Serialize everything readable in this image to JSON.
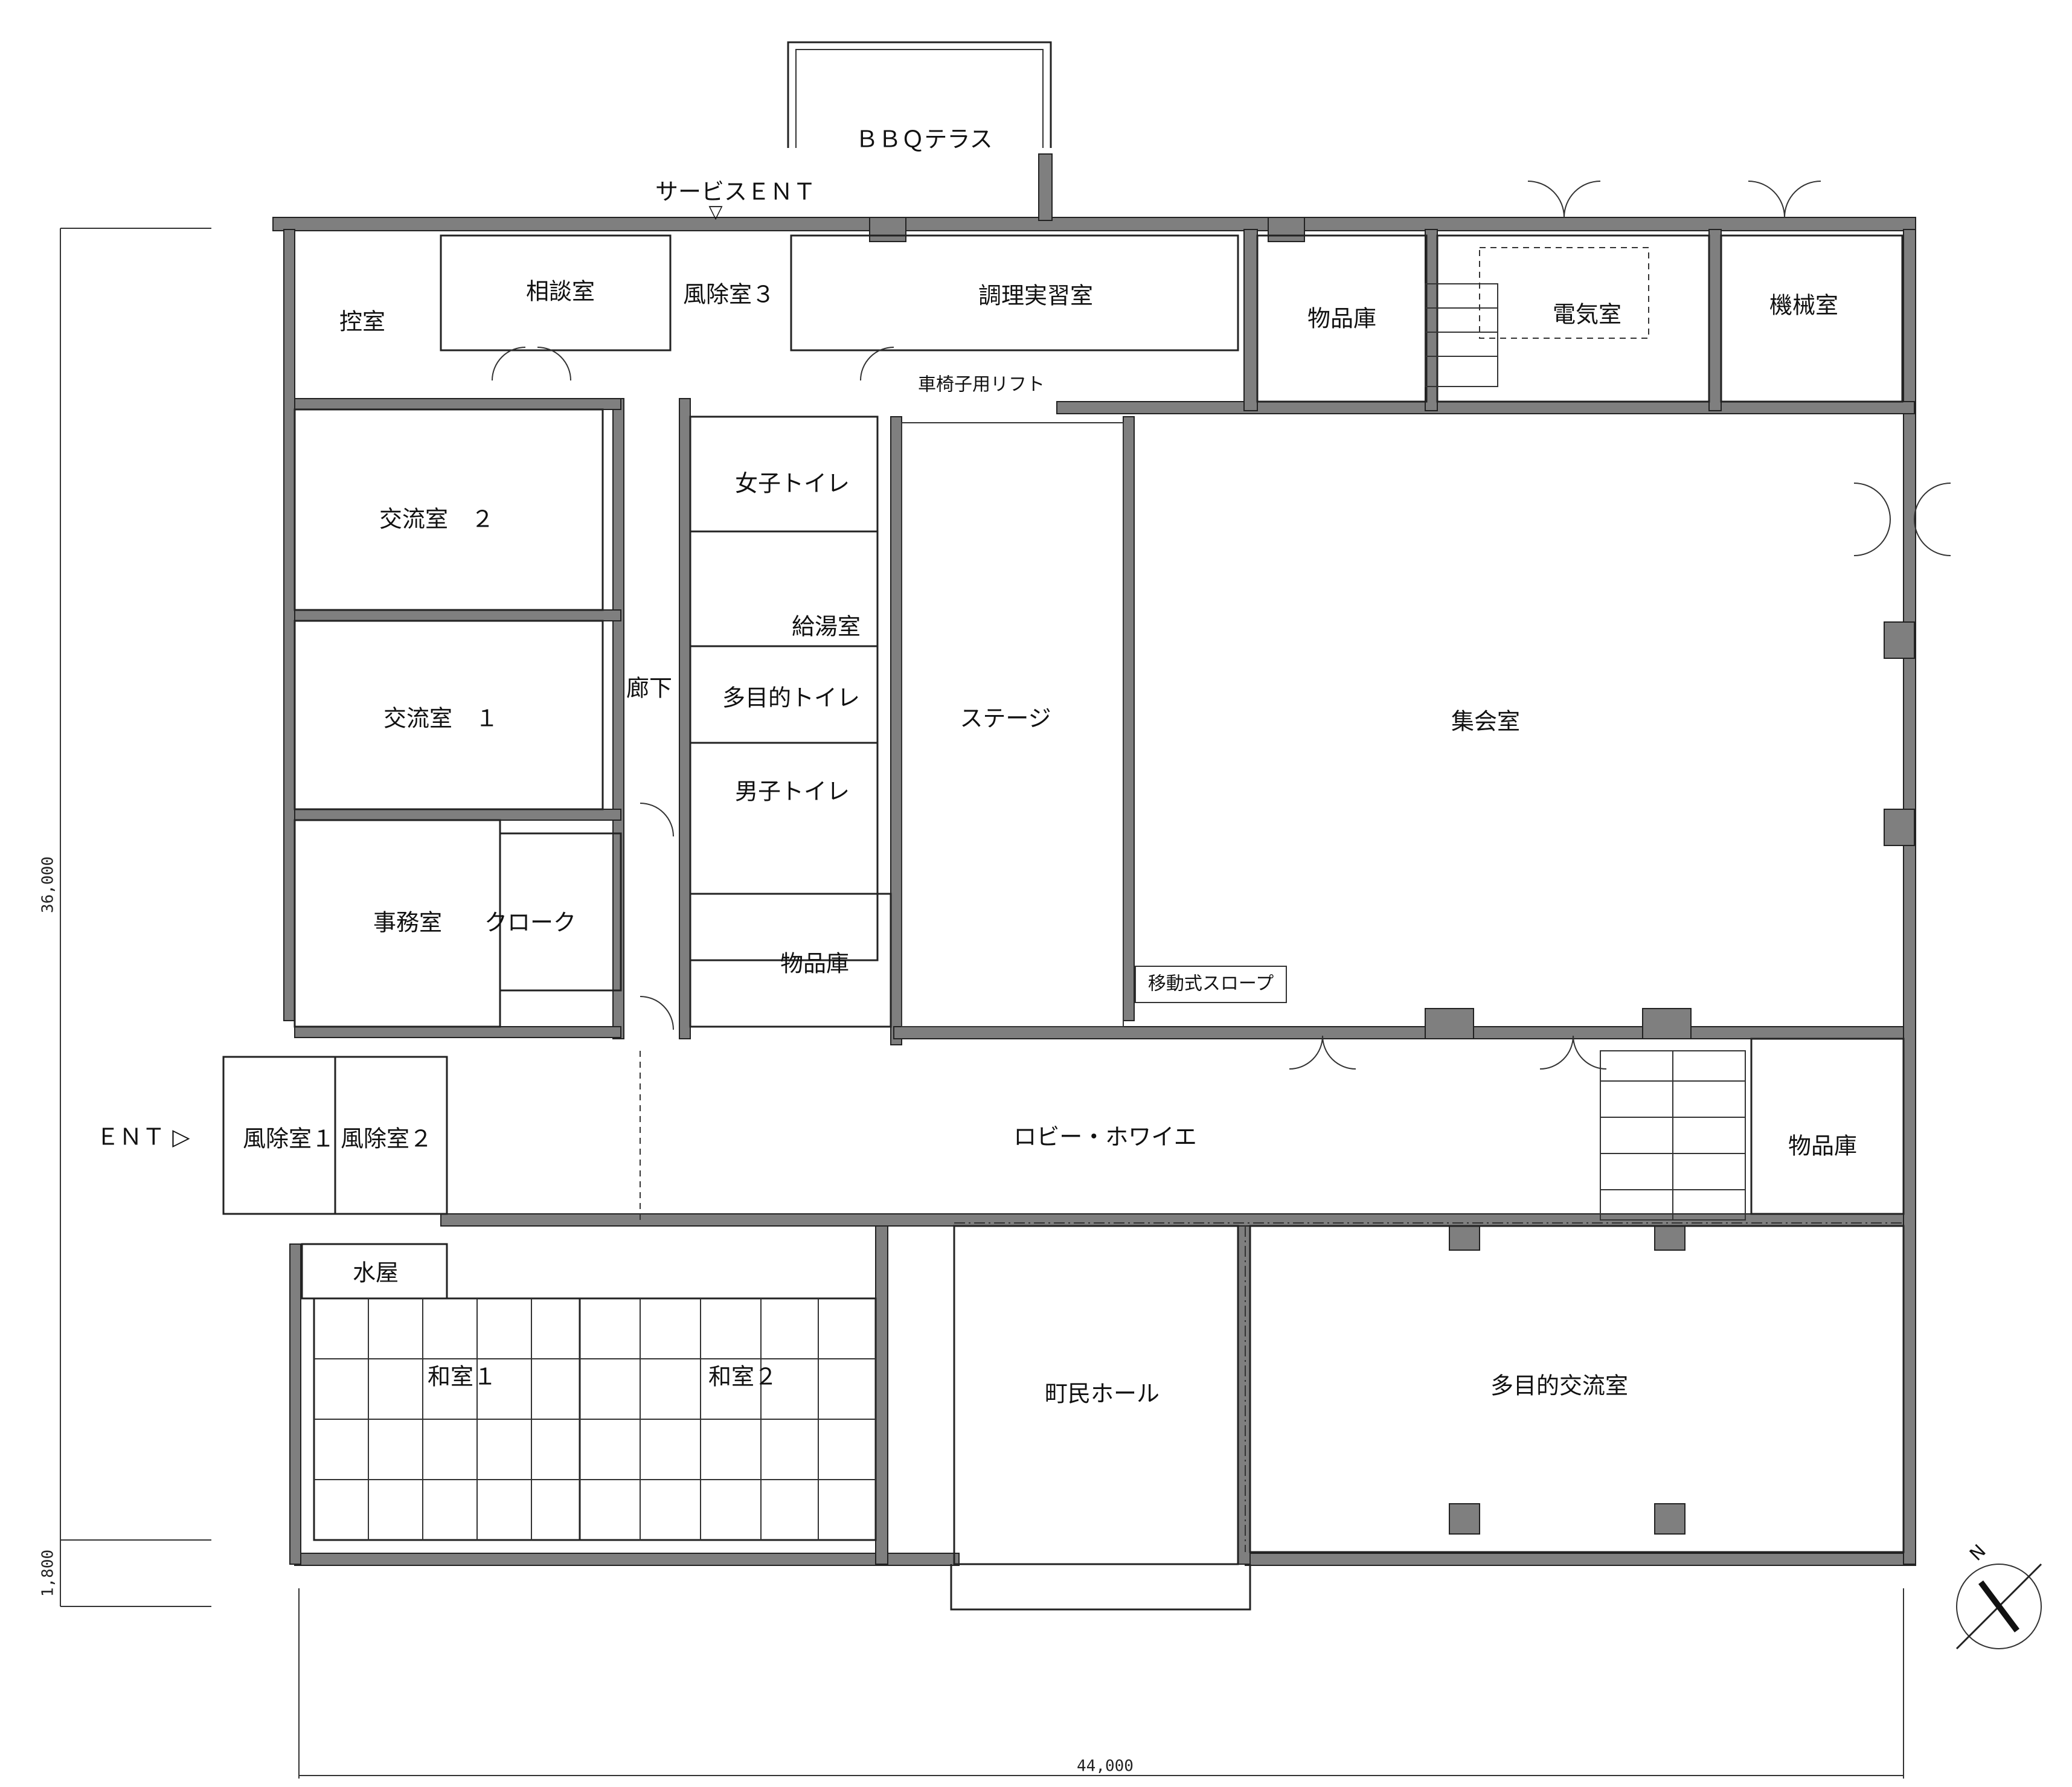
{
  "rooms": {
    "bbq_terrace": "ＢＢＱテラス",
    "service_ent": "サービスＥＮＴ",
    "hikaeshitsu": "控室",
    "soudanshitsu": "相談室",
    "fujoshitsu3": "風除室３",
    "chouri": "調理実習室",
    "buppinko_n": "物品庫",
    "denkishitsu": "電気室",
    "kikaishitsu": "機械室",
    "lift": "車椅子用リフト",
    "koryu2": "交流室　２",
    "joshi": "女子トイレ",
    "kyuto": "給湯室",
    "koryu1": "交流室　１",
    "rouka": "廊下",
    "tamokuteki_toilet": "多目的トイレ",
    "stage": "ステージ",
    "shukai": "集会室",
    "danshi": "男子トイレ",
    "jimu": "事務室",
    "cloak": "クローク",
    "buppinko_c": "物品庫",
    "slope": "移動式スロープ",
    "ent": "ＥＮＴ ▷",
    "fujoshitsu1": "風除室１",
    "fujoshitsu2": "風除室２",
    "lobby": "ロビー・ホワイエ",
    "buppinko_e": "物品庫",
    "mizuya": "水屋",
    "washitsu1": "和室１",
    "washitsu2": "和室２",
    "chomin_hall": "町民ホール",
    "tamokuteki_koryu": "多目的交流室"
  },
  "dimensions": {
    "depth_main": "36,000",
    "depth_extra": "1,800",
    "width_total": "44,000"
  },
  "compass": {
    "label": "N"
  }
}
